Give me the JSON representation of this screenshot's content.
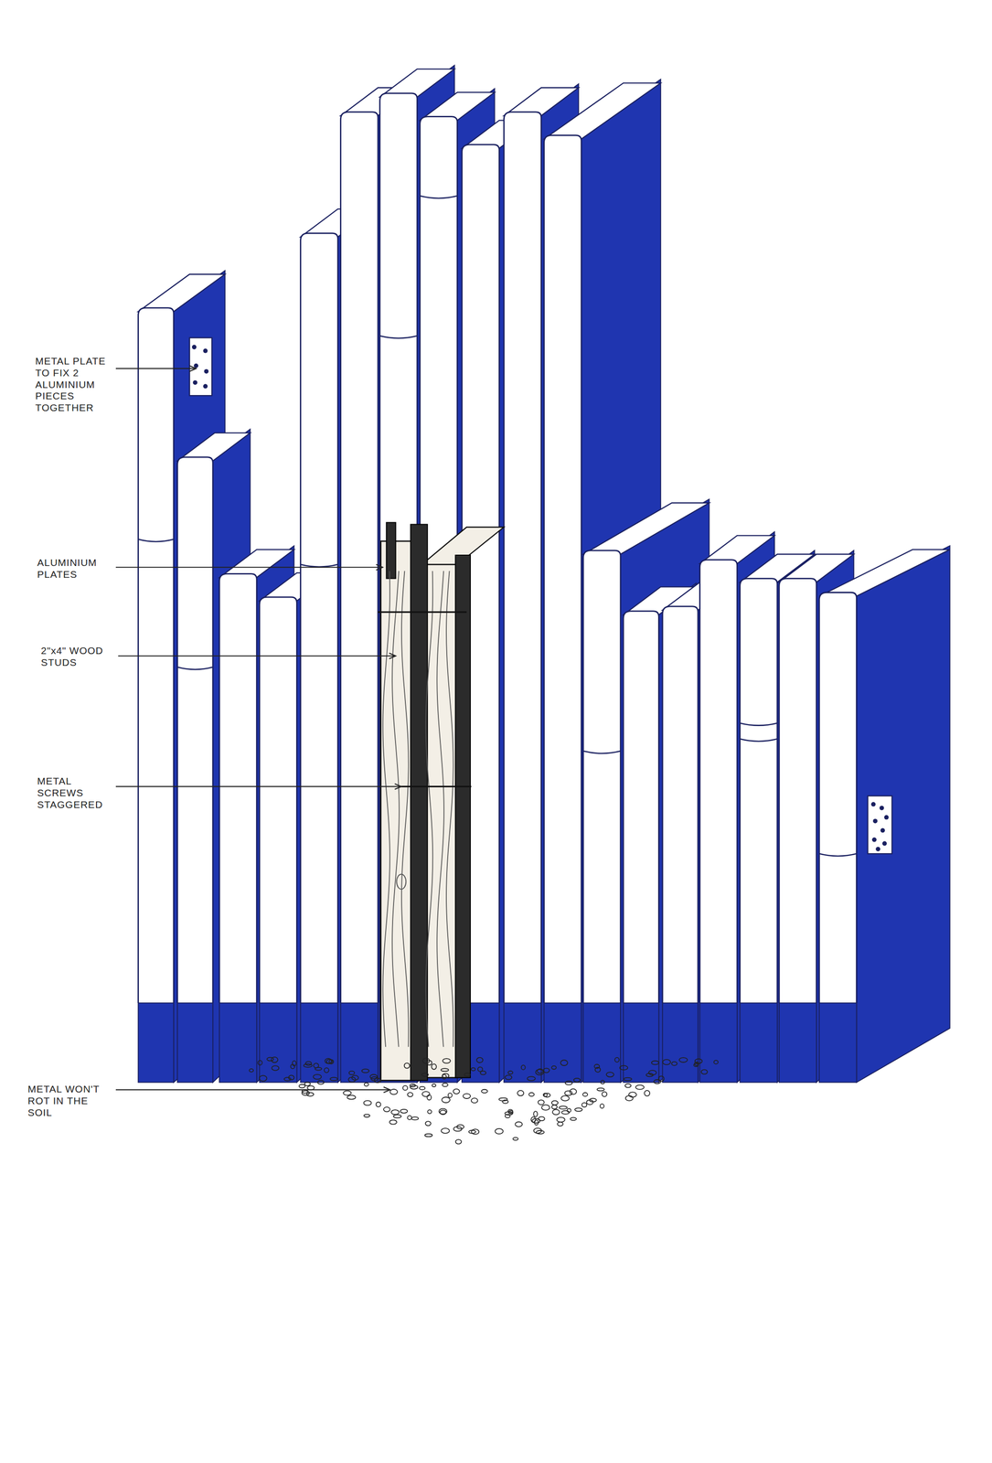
{
  "diagram": {
    "labels": [
      "METAL PLATE TO FIX 2 ALUMINIUM PIECES TOGETHER",
      "ALUMINIUM PLATES",
      "2\"x4\" WOOD STUDS",
      "METAL SCREWS STAGGERED",
      "METAL WON'T ROT IN THE SOIL"
    ]
  }
}
